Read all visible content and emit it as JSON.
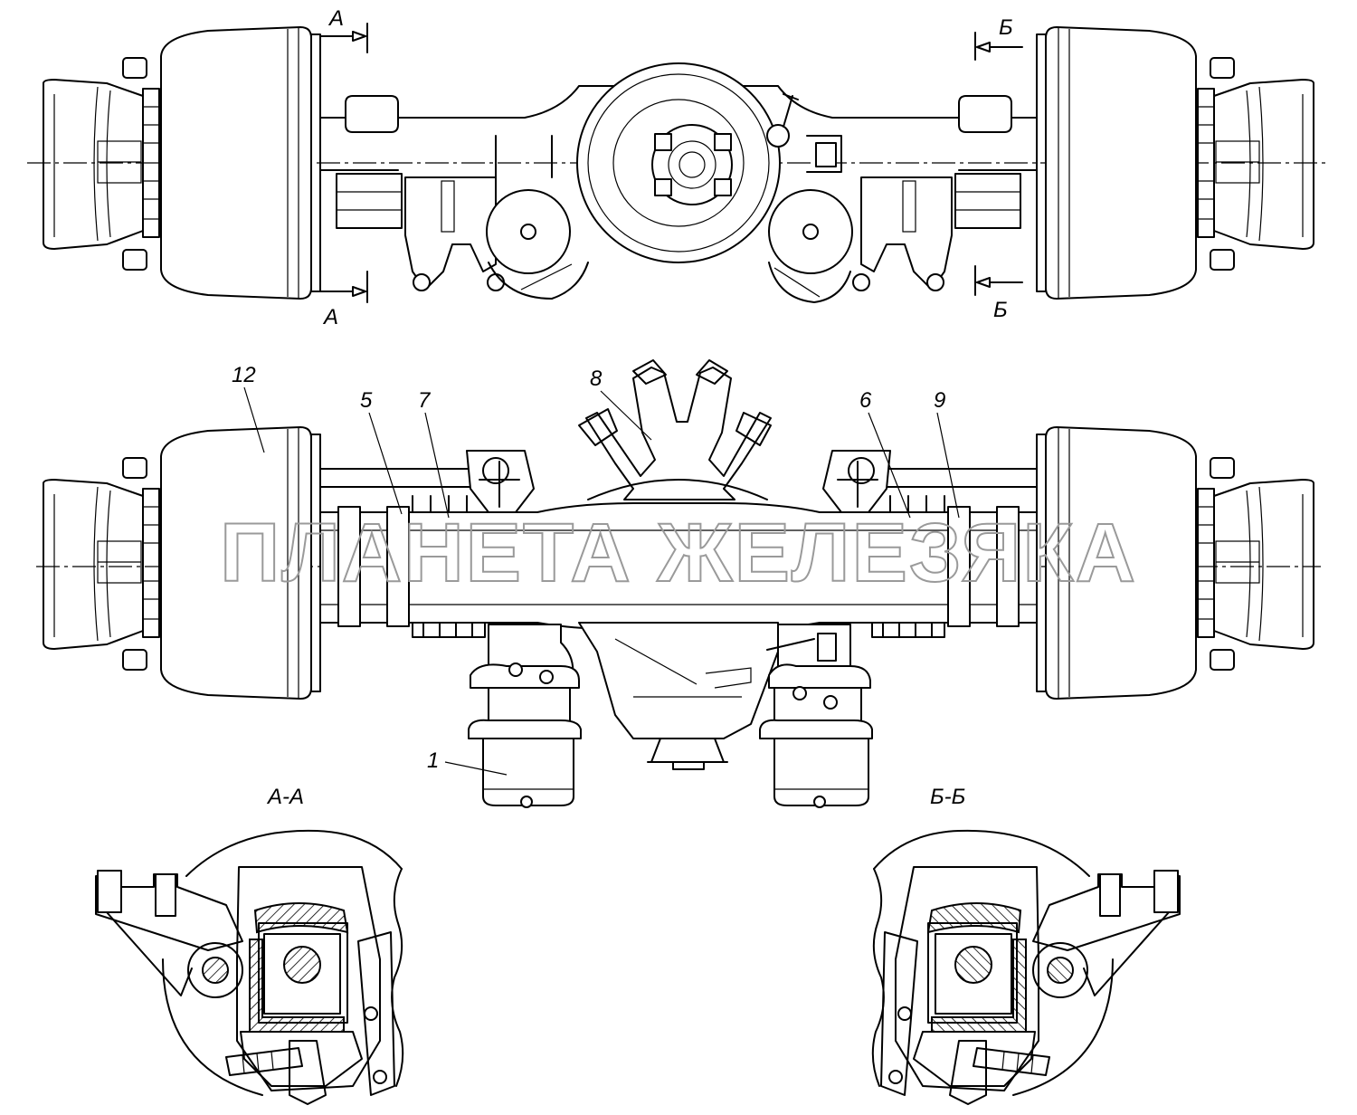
{
  "section_marks": {
    "a_top": "А",
    "a_bottom": "А",
    "b_top": "Б",
    "b_bottom": "Б"
  },
  "callouts": {
    "c12": "12",
    "c5": "5",
    "c7": "7",
    "c8": "8",
    "c6": "6",
    "c9": "9",
    "c1": "1"
  },
  "section_titles": {
    "aa": "А-А",
    "bb": "Б-Б"
  },
  "watermark": "ПЛАНЕТА ЖЕЛЕЗЯКА"
}
